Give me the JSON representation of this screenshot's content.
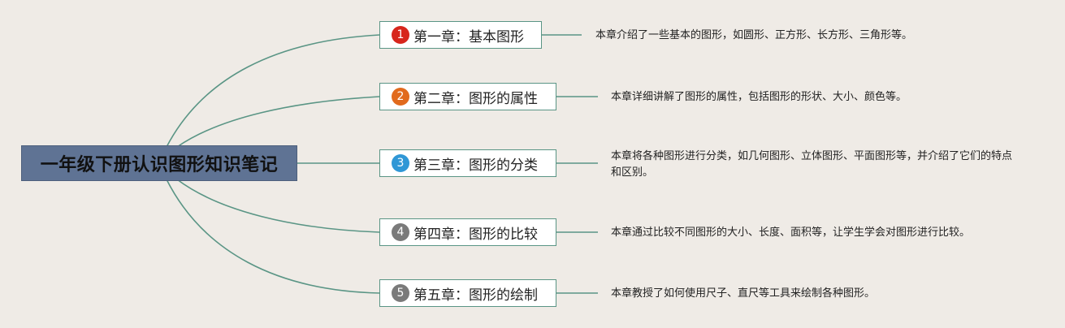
{
  "root": {
    "title": "一年级下册认识图形知识笔记"
  },
  "colors": {
    "background": "#efebe6",
    "root_fill": "#5f7394",
    "branch_line": "#5a9585",
    "badge_1": "#d7261c",
    "badge_2": "#e16a1d",
    "badge_3": "#2f97d6",
    "badge_4": "#7a7a7a",
    "badge_5": "#7a7a7a"
  },
  "chapters": [
    {
      "number": "1",
      "title": "第一章：基本图形",
      "description": "本章介绍了一些基本的图形，如圆形、正方形、长方形、三角形等。"
    },
    {
      "number": "2",
      "title": "第二章：图形的属性",
      "description": "本章详细讲解了图形的属性，包括图形的形状、大小、颜色等。"
    },
    {
      "number": "3",
      "title": "第三章：图形的分类",
      "description": "本章将各种图形进行分类，如几何图形、立体图形、平面图形等，并介绍了它们的特点和区别。"
    },
    {
      "number": "4",
      "title": "第四章：图形的比较",
      "description": "本章通过比较不同图形的大小、长度、面积等，让学生学会对图形进行比较。"
    },
    {
      "number": "5",
      "title": "第五章：图形的绘制",
      "description": "本章教授了如何使用尺子、直尺等工具来绘制各种图形。"
    }
  ]
}
